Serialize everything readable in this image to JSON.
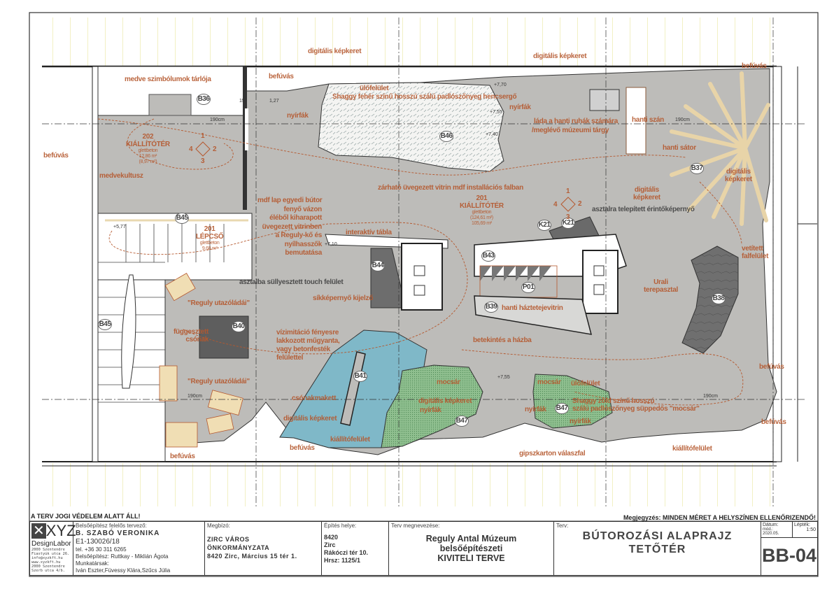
{
  "plan": {
    "labels": {
      "digital_frame_1": "digitális képkeret",
      "digital_frame_2": "digitális képkeret",
      "bear_symbols": "medve szimbólumok tárlója",
      "blowin_1": "befúvás",
      "seat_surface_1": "ülőfelület",
      "shaggy_white": "Shaggy fehér színű hosszú szálú padlószőnyeg hencsergő",
      "birches_1": "nyírfák",
      "birches_2": "nyírfák",
      "chest_line1": "láda a hanti ruhák számára",
      "chest_line2": "/meglévő múzeumi tárgy",
      "hanti_sled": "hanti szán",
      "hanti_tent": "hanti sátor",
      "blowin_2": "befúvás",
      "digital_frame_3a": "digitális",
      "digital_frame_3b": "képkeret",
      "digital_frame_4a": "digitális",
      "digital_frame_4b": "képkeret",
      "room202_num": "202",
      "room202_name": "KIÁLLÍTÓTÉR",
      "room202_floor": "glettbeton",
      "room202_area1": "12,86 m²",
      "room202_area2": "(8,97 m²)",
      "blowin_3": "befúvás",
      "bear_cult": "medvekultusz",
      "lockable_vitrine": "zárható üvegezett vitrin mdf installációs falban",
      "room201_num": "201",
      "room201_name": "KIÁLLÍTÓTÉR",
      "room201_floor": "glettbeton",
      "room201_area1": "(124,61 m²)",
      "room201_area2": "105,69 m²",
      "table_touchscreen": "asztalra telepített érintőképernyő",
      "mdf_1": "mdf lap egyedi bútor",
      "mdf_2": "fenyő vázon",
      "mdf_3": "éléből kiharapott",
      "mdf_4": "üvegezett vitrinben",
      "mdf_5": "a Reguly-kő és",
      "mdf_6": "nyílhasszők",
      "mdf_7": "bemutatása",
      "interactive_board": "interaktív tábla",
      "stair_num": "201",
      "stair_name": "LÉPCSŐ",
      "stair_floor": "glettbeton",
      "stair_area": "9,68 m²",
      "projected_1": "vetített",
      "projected_2": "falfelület",
      "ural_1": "Urali",
      "ural_2": "terepasztal",
      "sunken_touch": "asztalba süllyesztett touch felület",
      "flat_screen": "síkképernyő kijelző",
      "hanti_roof_vitrine": "hanti háztetejevitrin",
      "trunks_1": "\"Reguly utazóládái\"",
      "hanging_boat_1": "függesztett",
      "hanging_boat_2": "csónak",
      "peek_house": "betekintés a házba",
      "water_1": "vízimitáció fényesre",
      "water_2": "lakkozott műgyanta,",
      "water_3": "vagy betonfesték",
      "water_4": "felülettel",
      "trunks_2": "\"Reguly utazóládái\"",
      "swamp_1": "mocsár",
      "swamp_2": "mocsár",
      "seat_surface_2": "ülőfelület",
      "shaggy_green_1": "Shaggy zöld színű hosszú",
      "shaggy_green_2": "szálú padlószőnyeg süppedős \"mocsár\"",
      "boat_model": "csónakmakett",
      "digital_frame_5": "digitális képkeret",
      "birches_3": "nyírfák",
      "birches_4": "nyírfák",
      "birches_5": "nyírfák",
      "digital_frame_6": "digitális képkeret",
      "exhibit_surface_1": "kiállítófelület",
      "blowin_4": "befúvás",
      "blowin_5": "befúvás",
      "exhibit_surface_2": "kiállítófelület",
      "drywall": "gipszkarton válaszfal",
      "blowin_6": "befúvás",
      "blowin_7": "befúvás"
    },
    "tags": [
      "B36",
      "B46",
      "B37",
      "B45",
      "B44",
      "K21",
      "K21",
      "B43",
      "P01",
      "B39",
      "B38",
      "B40",
      "B41",
      "B47",
      "B47",
      "B45"
    ],
    "levels": [
      "+7,70",
      "+7,55",
      "+7,40",
      "+5,77",
      "+7,10",
      "+7,55"
    ],
    "dims": {
      "d190": "190cm",
      "d15": "15",
      "d127": "1,27"
    },
    "compass": [
      "1",
      "2",
      "3",
      "4"
    ]
  },
  "notes": {
    "copyright": "A TERV JOGI VÉDELEM ALATT ÁLL!",
    "check_prefix": "Megjegyzés:",
    "check": "MINDEN MÉRET A HELYSZÍNEN ELLENŐRIZENDŐ!"
  },
  "title_block": {
    "logo": "XYZ",
    "logo_sub": "DesignLabor",
    "address": [
      "2000 Szentendre",
      "Fiastyúk utca 26.",
      "info@xyzkft.hu",
      "www.xyzkft.hu",
      "2000 Szentendre",
      "Szerb utca 4/b."
    ],
    "designer_caption": "Belsőépítész felelős tervező:",
    "designer": "B. SZABÓ VERONIKA",
    "license": "E1-130026/18",
    "phone": "tel. +36 30 311 6265",
    "co_designer": "Belsőépítész: Ruttkay - Miklián Ágota",
    "staff_caption": "Munkatársak:",
    "staff": "Iván Eszter,Füvessy Klára,Szűcs Júlia",
    "client_caption": "Megbízó:",
    "client_1": "ZIRC VÁROS",
    "client_2": "ÖNKORMÁNYZATA",
    "client_3": "8420 Zirc, Március 15 tér 1.",
    "site_caption": "Építés helye:",
    "site_1": "8420",
    "site_2": "Zirc",
    "site_3": "Rákóczi tér 10.",
    "site_4": "Hrsz: 1125/1",
    "project_caption": "Terv megnevezése:",
    "project_1": "Reguly Antal Múzeum",
    "project_2": "belsőépítészeti",
    "project_3": "KIVITELI TERVE",
    "plan_caption": "Terv:",
    "plan_1": "BÚTOROZÁSI ALAPRAJZ",
    "plan_2": "TETŐTÉR",
    "date_caption": "Dátum:",
    "date": "mód.: 2020.05.",
    "scale_caption": "Lépték:",
    "scale": "1:50",
    "sheet": "BB-04"
  }
}
